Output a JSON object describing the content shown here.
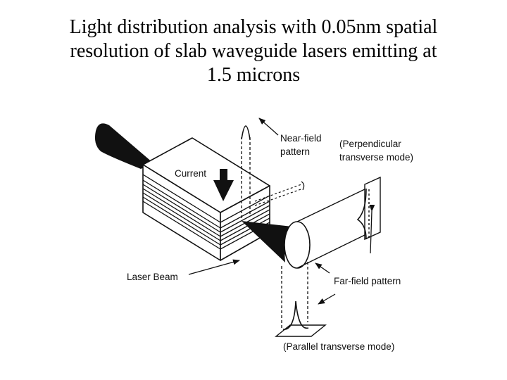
{
  "slide": {
    "title_lines": [
      "Light distribution analysis with 0.05nm spatial",
      "resolution of slab waveguide lasers emitting at",
      "1.5 microns"
    ]
  },
  "diagram": {
    "labels": {
      "current": "Current",
      "near_field": "Near-field",
      "near_field_2": "pattern",
      "perpendicular": "(Perpendicular",
      "perpendicular_2": "transverse mode)",
      "laser_beam": "Laser Beam",
      "far_field": "Far-field  pattern",
      "parallel": "(Parallel transverse mode)"
    },
    "colors": {
      "ink": "#111111",
      "background": "#ffffff"
    }
  }
}
